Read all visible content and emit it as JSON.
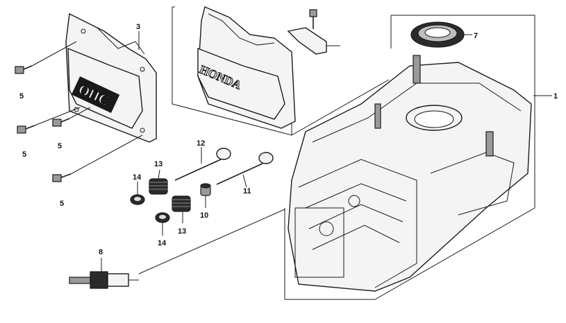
{
  "callouts": {
    "c1": "1",
    "c3": "3",
    "c5a": "5",
    "c5b": "5",
    "c5c": "5",
    "c5d": "5",
    "c7": "7",
    "c8": "8",
    "c10": "10",
    "c11": "11",
    "c12": "12",
    "c13a": "13",
    "c13b": "13",
    "c14a": "14",
    "c14b": "14"
  },
  "embossing": {
    "ohc_cover": "OHC",
    "honda_cover": "HONDA"
  }
}
